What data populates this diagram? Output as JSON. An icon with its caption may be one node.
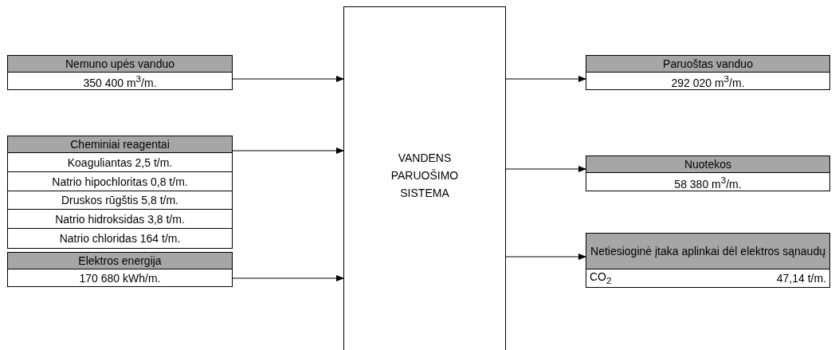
{
  "diagram": {
    "nodes": [
      {
        "text": [
          "Nemuno upės vanduo",
          "350 400 m$^{3}$/m."
        ]
      },
      {
        "text": [
          "Cheminiai reagentai",
          "Koaguliantas 2,5 t/m.",
          "Natrio hipochloritas 0,8 t/m.",
          "Druskos rūgštis 5,8 t/m.",
          "Natrio hidroksidas 3,8 t/m.",
          "Natrio chloridas 164 t/m."
        ]
      },
      {
        "text": [
          "Elektros energija",
          "170 680 kWh/m."
        ]
      },
      {
        "text": [
          "VANDENS PARUOŠIMO SISTEMA"
        ]
      },
      {
        "text": [
          "Paruoštas vanduo",
          "292 020 m$^{3}$/m."
        ]
      },
      {
        "text": [
          "Nuotekos",
          "58 380 m$^{3}$/m."
        ]
      },
      {
        "text": [
          "Netiesioginė įtaka aplinkai dėl elektros sąnaudų",
          "CO$_{2}$",
          "47,14 t/m."
        ]
      }
    ],
    "edges": [
      {
        "from": 0,
        "to": 3,
        "arrow": "to"
      },
      {
        "from": 1,
        "to": 3,
        "arrow": "to"
      },
      {
        "from": 2,
        "to": 3,
        "arrow": "to"
      },
      {
        "from": 3,
        "to": 4,
        "arrow": "to"
      },
      {
        "from": 3,
        "to": 5,
        "arrow": "to"
      },
      {
        "from": 3,
        "to": 6,
        "arrow": "to"
      }
    ]
  }
}
